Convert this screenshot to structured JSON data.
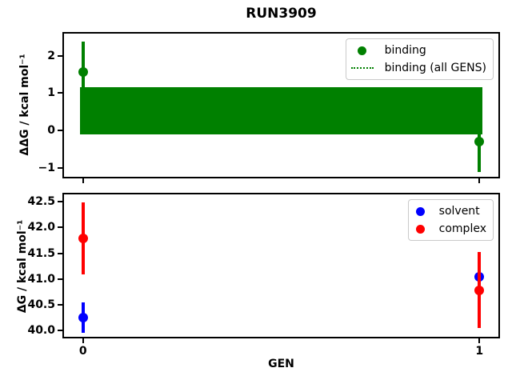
{
  "title": "RUN3909",
  "xlabel": "GEN",
  "colors": {
    "binding": "#008000",
    "solvent": "#0000ff",
    "complex": "#ff0000",
    "axis": "#000000",
    "background": "#ffffff",
    "legend_border": "#c9c9c9"
  },
  "chart_data": [
    {
      "type": "scatter",
      "name": "ddg-vs-gen",
      "ylabel": "ΔΔG / kcal mol⁻¹",
      "ylim": [
        -1.26,
        2.61
      ],
      "yticks": [
        -1,
        0,
        1,
        2
      ],
      "ytick_labels": [
        "−1",
        "0",
        "1",
        "2"
      ],
      "xlim": [
        -0.05,
        1.05
      ],
      "xticks": [
        0,
        1
      ],
      "xtick_labels": [
        "0",
        "1"
      ],
      "show_xtick_labels": false,
      "grid": false,
      "legend_position": "upper right",
      "legend": [
        {
          "label": "binding",
          "marker": "dot",
          "color": "#008000"
        },
        {
          "label": "binding (all GENS)",
          "marker": "dotted-line",
          "color": "#008000"
        }
      ],
      "series": [
        {
          "name": "binding",
          "color": "#008000",
          "points": [
            {
              "x": 0,
              "y": 1.57,
              "yerr": 0.81
            },
            {
              "x": 1,
              "y": -0.3,
              "yerr": 0.8
            }
          ]
        }
      ],
      "band": {
        "name": "binding (all GENS)",
        "color": "#008000",
        "x0": 0,
        "x1": 1,
        "ylow": -0.11,
        "yhigh": 1.15
      }
    },
    {
      "type": "scatter",
      "name": "dg-vs-gen",
      "ylabel": "ΔG / kcal mol⁻¹",
      "ylim": [
        39.86,
        42.66
      ],
      "yticks": [
        40.0,
        40.5,
        41.0,
        41.5,
        42.0,
        42.5
      ],
      "ytick_labels": [
        "40.0",
        "40.5",
        "41.0",
        "41.5",
        "42.0",
        "42.5"
      ],
      "xlim": [
        -0.05,
        1.05
      ],
      "xticks": [
        0,
        1
      ],
      "xtick_labels": [
        "0",
        "1"
      ],
      "show_xtick_labels": true,
      "grid": false,
      "legend_position": "upper right",
      "legend": [
        {
          "label": "solvent",
          "marker": "dot",
          "color": "#0000ff"
        },
        {
          "label": "complex",
          "marker": "dot",
          "color": "#ff0000"
        }
      ],
      "series": [
        {
          "name": "solvent",
          "color": "#0000ff",
          "points": [
            {
              "x": 0,
              "y": 40.25,
              "yerr": 0.29
            },
            {
              "x": 1,
              "y": 41.05,
              "yerr": 0.3
            }
          ]
        },
        {
          "name": "complex",
          "color": "#ff0000",
          "points": [
            {
              "x": 0,
              "y": 41.79,
              "yerr": 0.7
            },
            {
              "x": 1,
              "y": 40.78,
              "yerr": 0.74
            }
          ]
        }
      ]
    }
  ]
}
